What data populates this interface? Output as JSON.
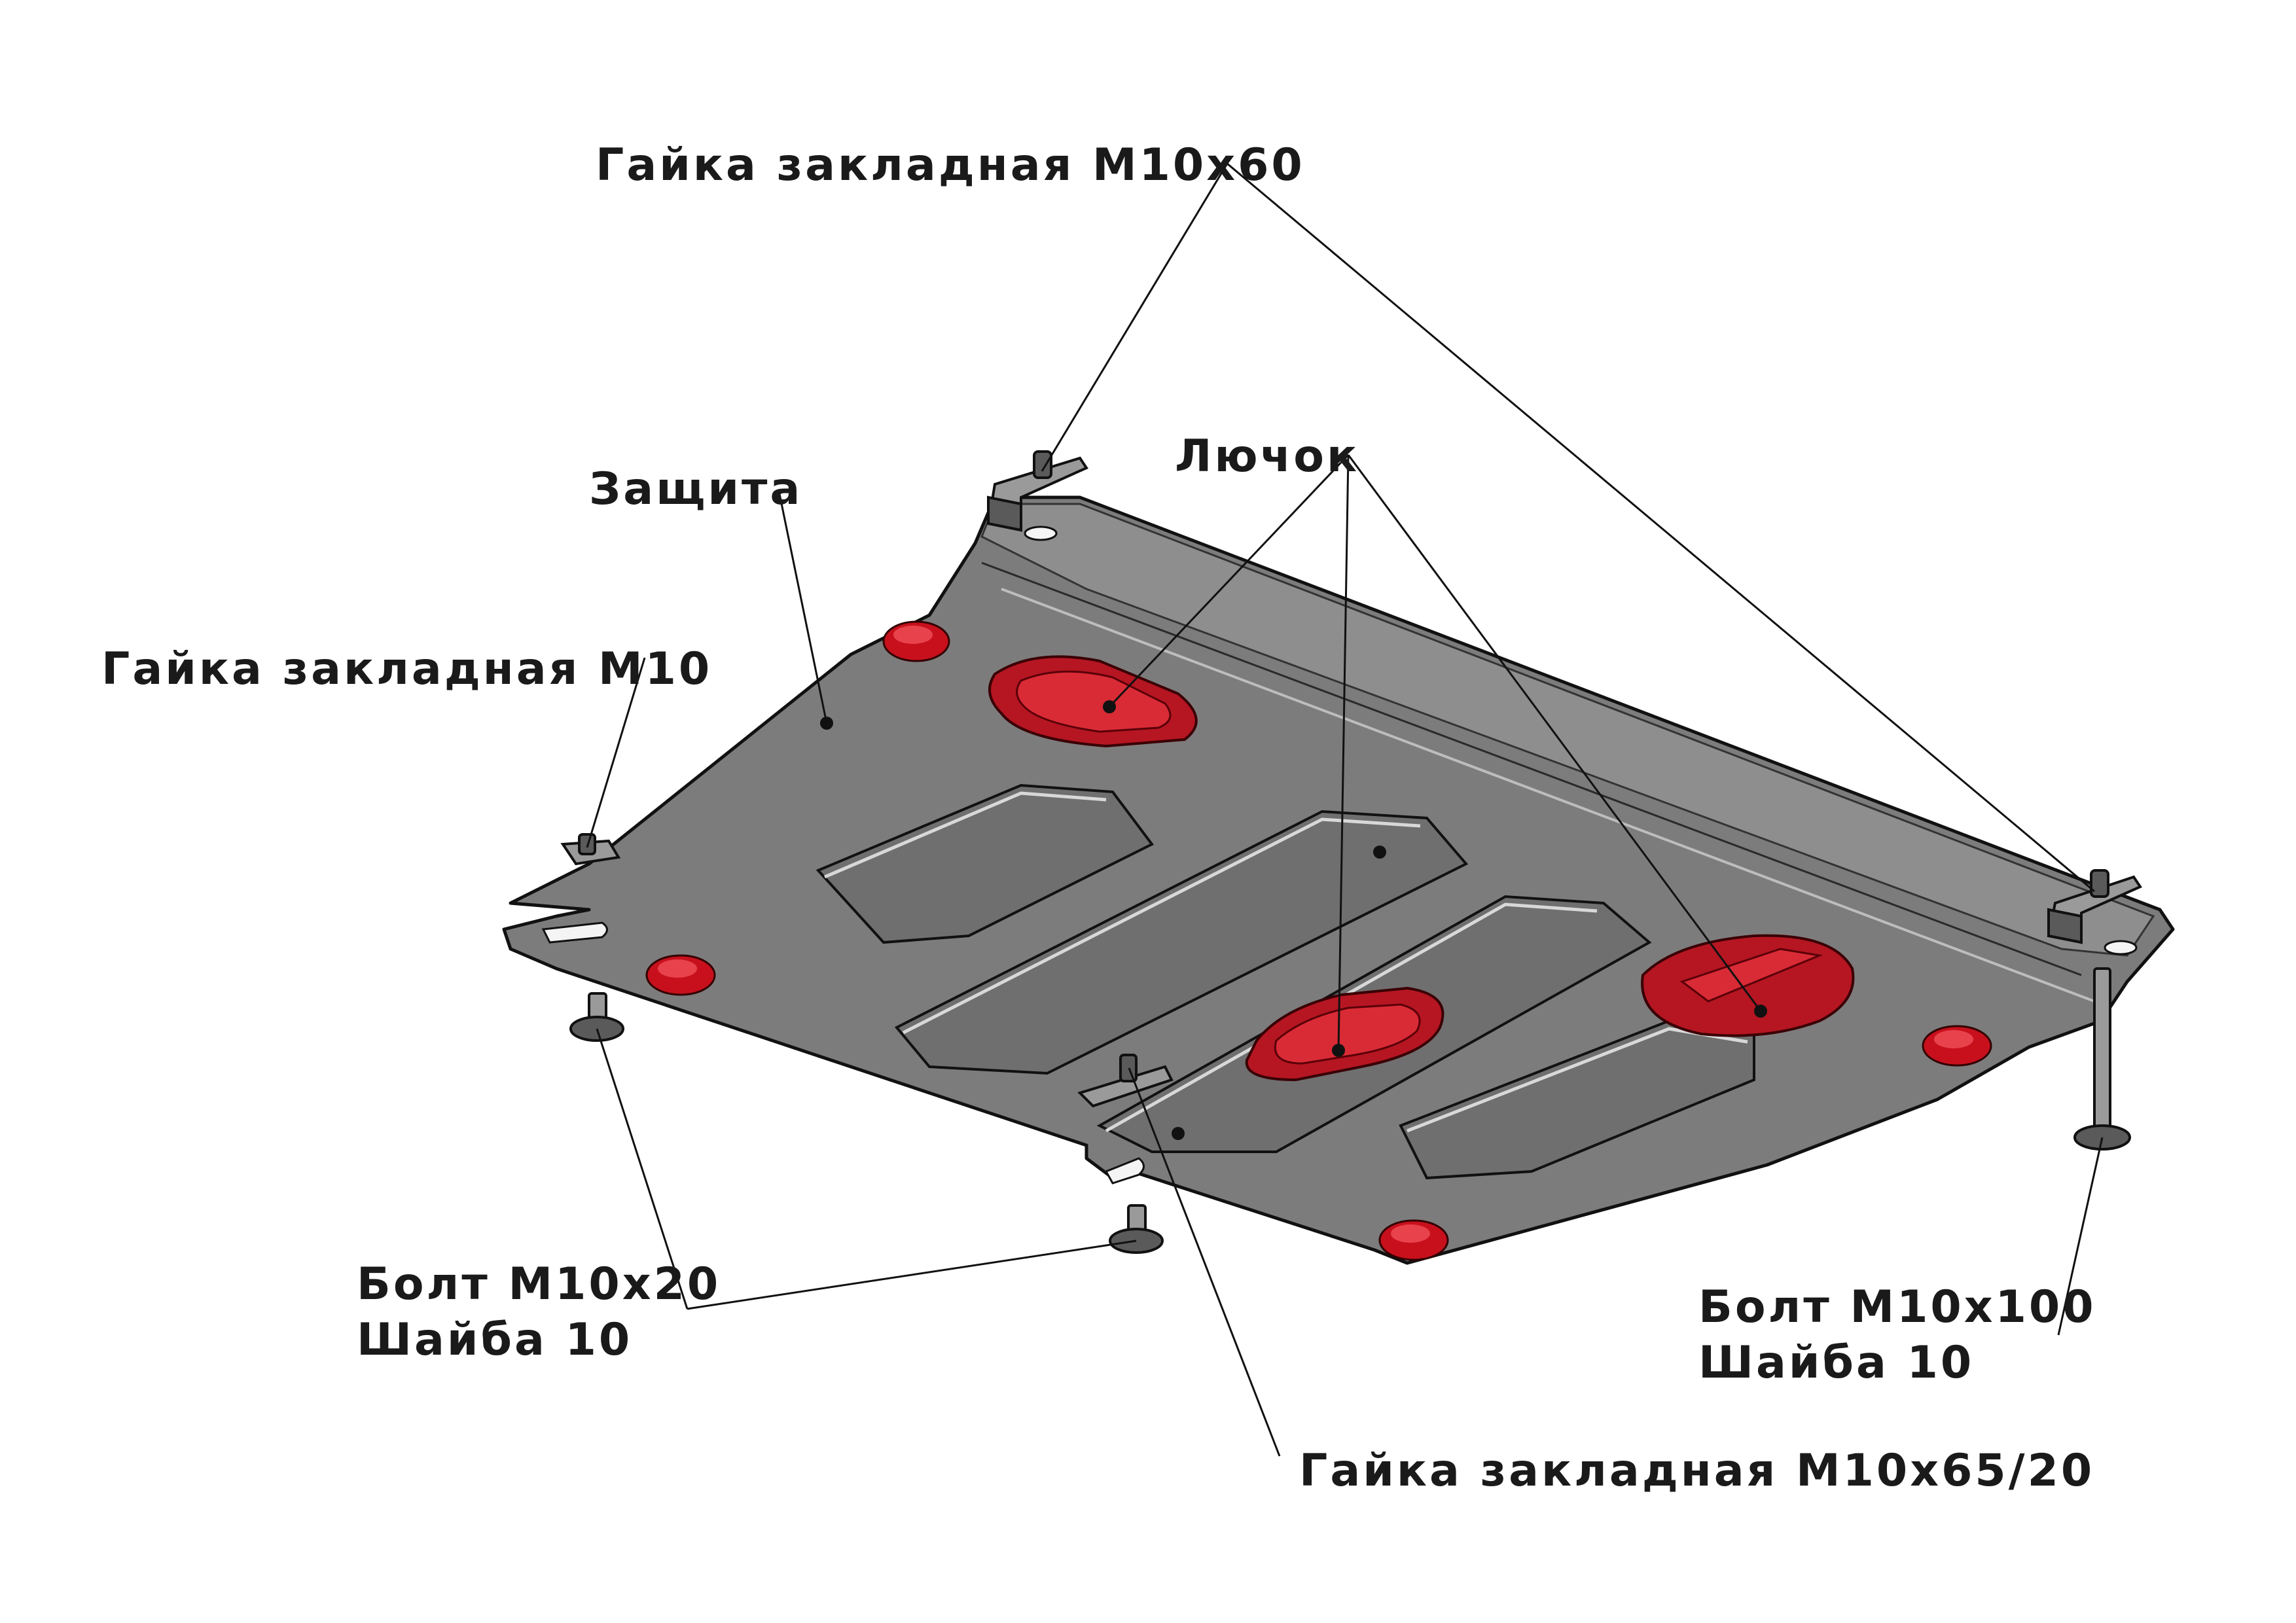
{
  "labels": {
    "nut_m10x60": "Гайка закладная М10х60",
    "hatch": "Лючок",
    "guard": "Защита",
    "nut_m10": "Гайка закладная М10",
    "bolt_m10x20": "Болт М10х20",
    "washer_left": "Шайба 10",
    "bolt_m10x100": "Болт М10х100",
    "washer_right": "Шайба 10",
    "nut_m10x65_20": "Гайка закладная М10х65/20"
  },
  "colors": {
    "plate": "#7c7c7c",
    "hatch_red": "#c8101d",
    "outline": "#111111",
    "background": "#ffffff"
  }
}
